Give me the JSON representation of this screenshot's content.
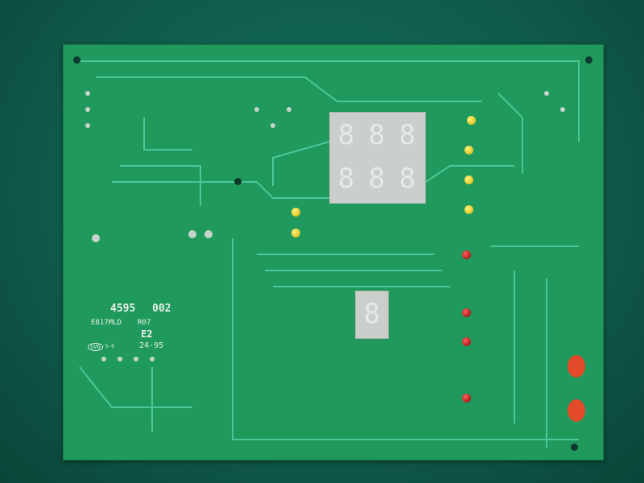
{
  "silkscreen": {
    "part_number": "4595",
    "revision_code": "002",
    "board_id": "E817MLD",
    "board_rev": "R07",
    "mark_e2": "E2",
    "logo": "SVG",
    "date_code": "24-95",
    "small_mark": "5-0"
  },
  "displays": {
    "triple_top": [
      "8",
      "8",
      "8"
    ],
    "triple_bottom": [
      "8",
      "8",
      "8"
    ],
    "single": "8"
  },
  "colors": {
    "board": "#1f9a5c",
    "background": "#0f5a4a",
    "led_yellow": "#e8cf00",
    "led_red": "#b00000"
  }
}
